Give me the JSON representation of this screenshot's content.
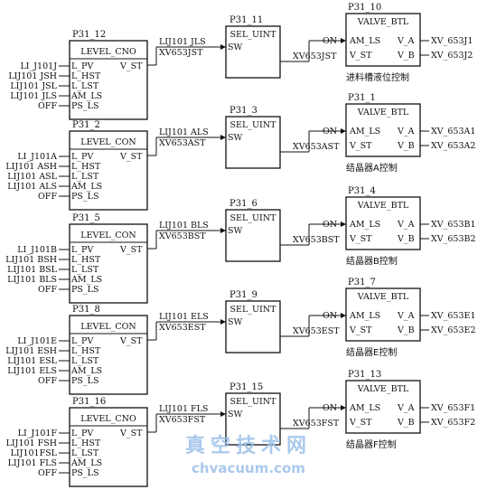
{
  "blocks": {
    "level": [
      {
        "tag": "P31_12",
        "type": "LEVEL_CNO",
        "inputs": [
          "LI_J101J",
          "LIJ101 JSH",
          "LIJ101 JSL",
          "LIJ101 JLS",
          "OFF"
        ]
      },
      {
        "tag": "P31_2",
        "type": "LEVEL_CON",
        "inputs": [
          "LI_J101A",
          "LIJ101 ASH",
          "LIJ101 ASL",
          "LIJ101 ALS",
          "OFF"
        ]
      },
      {
        "tag": "P31_5",
        "type": "LEVEL_CON",
        "inputs": [
          "LI_J101B",
          "LIJ101 BSH",
          "LIJ101 BSL",
          "LIJ101 BLS",
          "OFF"
        ]
      },
      {
        "tag": "P31_8",
        "type": "LEVEL_CON",
        "inputs": [
          "LI_J101E",
          "LIJ101 ESH",
          "LIJ101 ESL",
          "LIJ101 ELS",
          "OFF"
        ]
      },
      {
        "tag": "P31_16",
        "type": "LEVEL_CNO",
        "inputs": [
          "LI_J101F",
          "LIJ101 FSH",
          "LIJ101FSL",
          "LIJ101 FLS",
          "OFF"
        ]
      }
    ],
    "sel": [
      {
        "tag": "P31_11",
        "type": "SEL_UINT",
        "in1": "LIJ101 JLS",
        "in2": "XV653JST",
        "out": "XV653JST"
      },
      {
        "tag": "P31_3",
        "type": "SEL_UINT",
        "in1": "LIJ101 ALS",
        "in2": "XV653AST",
        "out": "XV653AST"
      },
      {
        "tag": "P31_6",
        "type": "SEL_UINT",
        "in1": "LIJ101 BLS",
        "in2": "XV653BST",
        "out": "XV653BST"
      },
      {
        "tag": "P31_9",
        "type": "SEL_UINT",
        "in1": "LIJ101 ELS",
        "in2": "XV653EST",
        "out": "XV653EST"
      },
      {
        "tag": "P31_15",
        "type": "SEL_UINT",
        "in1": "LIJ101 FLS",
        "in2": "XV653FST",
        "out": "XV653FST"
      }
    ],
    "valve": [
      {
        "tag": "P31_10",
        "type": "VALVE_BTL",
        "on": "ON",
        "outA": "XV_653J1",
        "outB": "XV_653J2",
        "caption": "进料槽液位控制"
      },
      {
        "tag": "P31_1",
        "type": "VALVE_BTL",
        "on": "ON",
        "outA": "XV_653A1",
        "outB": "XV_653A2",
        "caption": "结晶器A控制"
      },
      {
        "tag": "P31_4",
        "type": "VALVE_BTL",
        "on": "ON",
        "outA": "XV_653B1",
        "outB": "XV_653B2",
        "caption": "结晶器B控制"
      },
      {
        "tag": "P31_7",
        "type": "VALVE_BTL",
        "on": "ON",
        "outA": "XV_653E1",
        "outB": "XV_653E2",
        "caption": "结晶器E控制"
      },
      {
        "tag": "P31_13",
        "type": "VALVE_BTL",
        "on": "ON",
        "outA": "XV_653F1",
        "outB": "XV_653F2",
        "caption": "结晶器F控制"
      }
    ]
  },
  "pins": {
    "level_in": [
      "L_PV",
      "L_HST",
      "L_LST",
      "AM_LS",
      "PS_LS"
    ],
    "level_out": "V_ST",
    "sel_in": "SW",
    "valve_in": [
      "AM_LS",
      "V_ST"
    ],
    "valve_out": [
      "V_A",
      "V_B"
    ]
  },
  "watermark": {
    "cn": "真空技术网",
    "url": "chvacuum.com"
  }
}
